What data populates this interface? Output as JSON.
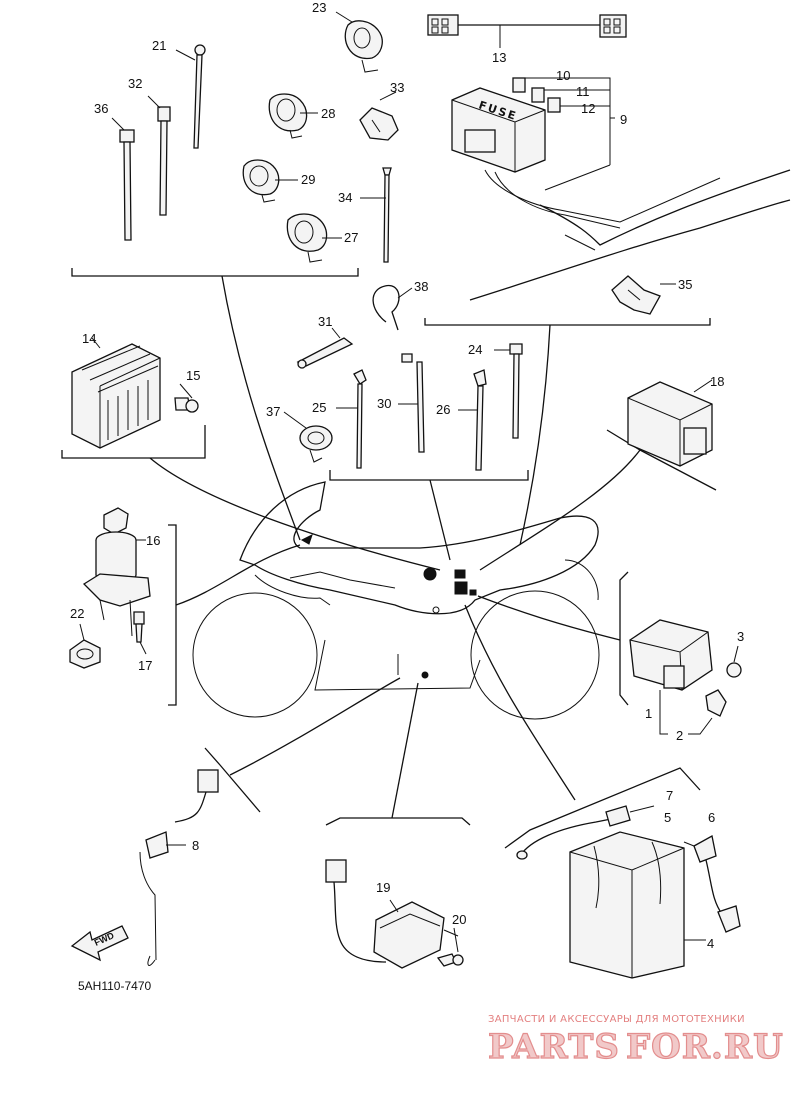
{
  "diagram": {
    "part_code": "5AH110-7470",
    "fuse_text": "FUSE",
    "fwd_text": "FWD",
    "callouts": {
      "c1": "1",
      "c2": "2",
      "c3": "3",
      "c4": "4",
      "c5": "5",
      "c6": "6",
      "c7": "7",
      "c8": "8",
      "c9": "9",
      "c10": "10",
      "c11": "11",
      "c12": "12",
      "c13": "13",
      "c14": "14",
      "c15": "15",
      "c16": "16",
      "c17": "17",
      "c18": "18",
      "c19": "19",
      "c20": "20",
      "c21": "21",
      "c22": "22",
      "c23": "23",
      "c24": "24",
      "c25": "25",
      "c26": "26",
      "c27": "27",
      "c28": "28",
      "c29": "29",
      "c30": "30",
      "c31": "31",
      "c32": "32",
      "c33": "33",
      "c34": "34",
      "c35": "35",
      "c36": "36",
      "c37": "37",
      "c38": "38"
    }
  },
  "watermark": {
    "tagline": "ЗАПЧАСТИ И АКСЕССУАРЫ ДЛЯ МОТОТЕХНИКИ",
    "logo": "PARTS FOR.RU"
  }
}
